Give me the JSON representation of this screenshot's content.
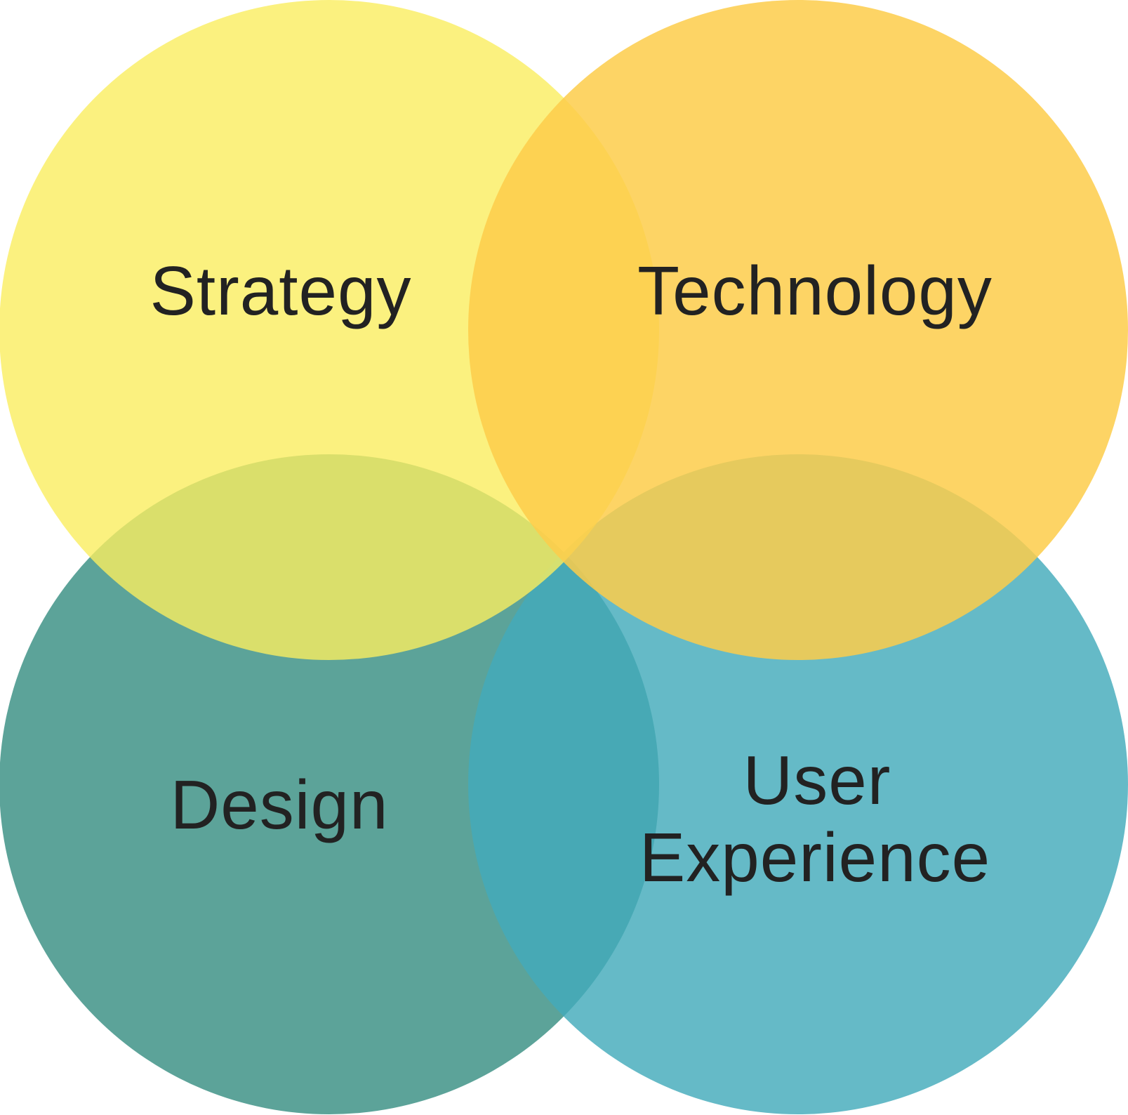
{
  "diagram": {
    "type": "venn",
    "sets": [
      {
        "id": "strategy",
        "label": "Strategy",
        "color": "#FAEE5F"
      },
      {
        "id": "technology",
        "label": "Technology",
        "color": "#FDCD4A"
      },
      {
        "id": "design",
        "label": "Design",
        "color": "#3D9185"
      },
      {
        "id": "user-experience",
        "label_lines": [
          "User",
          "Experience"
        ],
        "color": "#43ABBB"
      }
    ],
    "overlap_colors": {
      "strategy_technology": "#FCD435",
      "strategy_design": "#5EA26F",
      "technology_user_experience": "#66AD8E",
      "design_user_experience": "#2E9BA4"
    },
    "label_color": "#222222"
  }
}
